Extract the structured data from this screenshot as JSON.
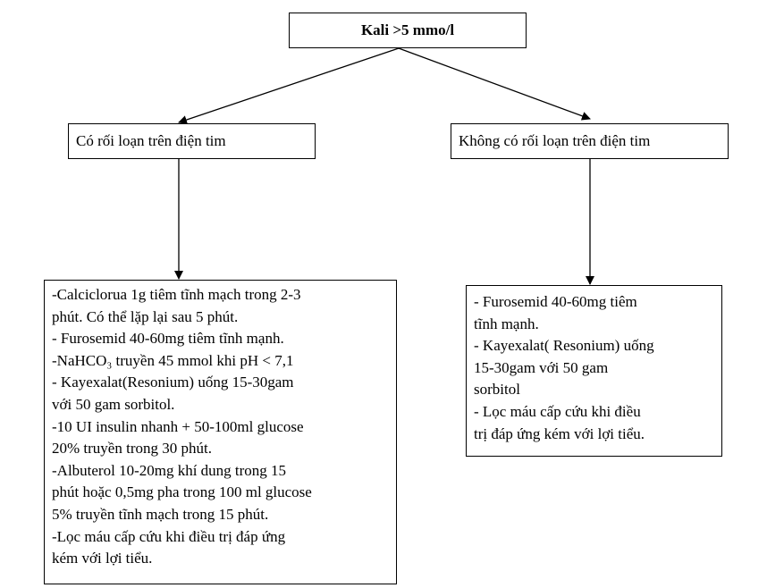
{
  "root": {
    "label": "Kali >5 mmo/l"
  },
  "left": {
    "label": "Có rối loạn trên điện tim",
    "lines": [
      "-Calciclorua 1g tiêm tĩnh mạch trong 2-3",
      "phút. Có thể lặp lại sau 5 phút.",
      "- Furosemid 40-60mg tiêm tĩnh mạnh.",
      "-NaHCO₃ truyền 45 mmol khi pH < 7,1",
      "- Kayexalat(Resonium) uống 15-30gam",
      "với 50 gam sorbitol.",
      "-10 UI insulin nhanh + 50-100ml glucose",
      "20%  truyền trong 30 phút.",
      "-Albuterol 10-20mg khí dung trong 15",
      "phút hoặc 0,5mg pha trong 100 ml glucose",
      "5% truyền tĩnh mạch trong 15 phút.",
      "-Lọc máu cấp cứu khi điều trị đáp ứng",
      "kém với lợi tiểu."
    ]
  },
  "right": {
    "label": "Không có rối loạn trên điện tim",
    "lines": [
      "- Furosemid 40-60mg tiêm",
      "tĩnh mạnh.",
      "- Kayexalat( Resonium) uống",
      "15-30gam với 50 gam",
      "sorbitol",
      "- Lọc máu cấp cứu khi điều",
      "trị đáp ứng kém với lợi tiểu."
    ]
  }
}
